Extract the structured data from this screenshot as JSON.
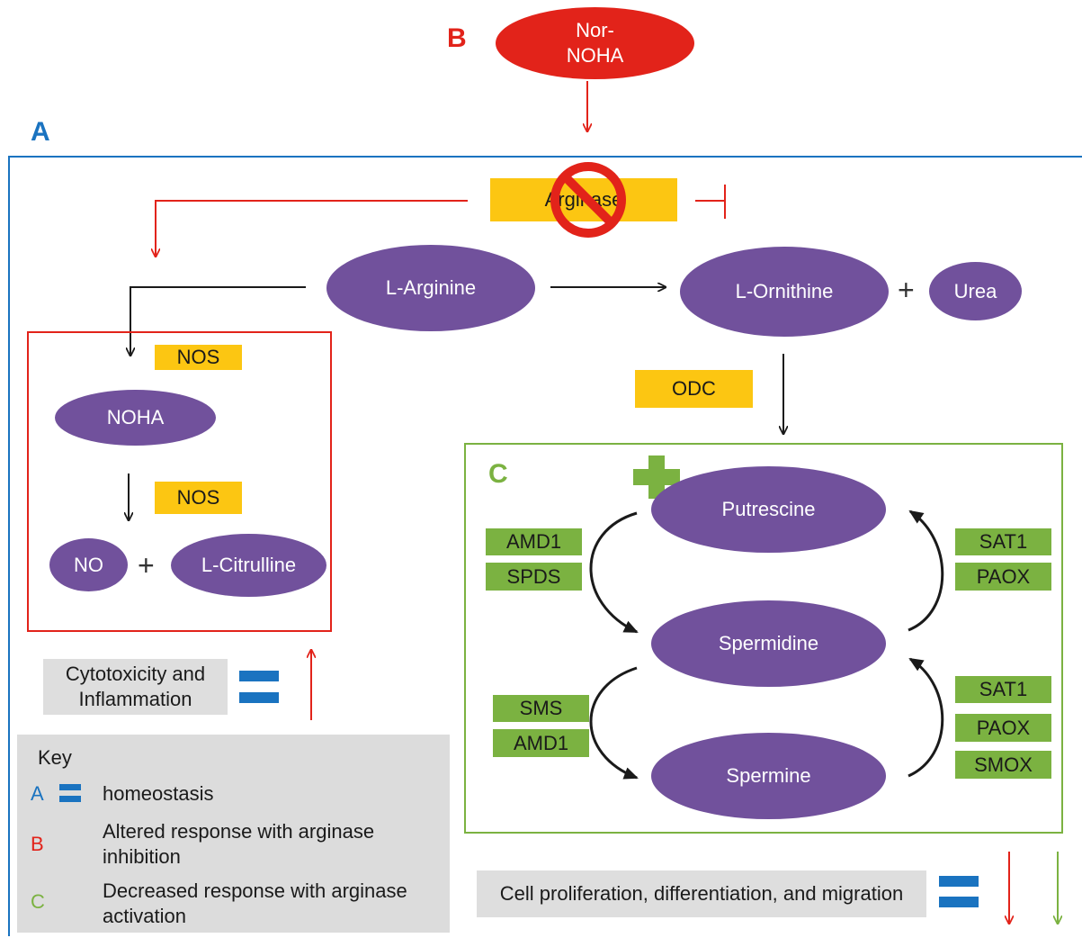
{
  "labels": {
    "a": "A",
    "b": "B",
    "c": "C"
  },
  "nodes": {
    "nor_noha": "Nor-\nNOHA",
    "arginase": "Arginase",
    "l_arginine": "L-Arginine",
    "l_ornithine": "L-Ornithine",
    "urea": "Urea",
    "noha": "NOHA",
    "no": "NO",
    "l_citrulline": "L-Citrulline",
    "putrescine": "Putrescine",
    "spermidine": "Spermidine",
    "spermine": "Spermine"
  },
  "enzymes": {
    "nos_1": "NOS",
    "nos_2": "NOS",
    "odc": "ODC",
    "amd1_top": "AMD1",
    "spds": "SPDS",
    "sat1_top": "SAT1",
    "paox_top": "PAOX",
    "sms": "SMS",
    "amd1_bottom": "AMD1",
    "sat1_bottom": "SAT1",
    "paox_bottom": "PAOX",
    "smox": "SMOX"
  },
  "plus_signs": {
    "ornithine_urea": "+",
    "no_citrulline": "+"
  },
  "outcomes": {
    "cytotoxicity": "Cytotoxicity and\nInflammation",
    "proliferation": "Cell proliferation, differentiation, and migration"
  },
  "key": {
    "title": "Key",
    "items": [
      {
        "letter": "A",
        "text": "homeostasis"
      },
      {
        "letter": "B",
        "text": "Altered response with arginase\ninhibition"
      },
      {
        "letter": "C",
        "text": "Decreased response with arginase\nactivation"
      }
    ]
  },
  "colors": {
    "blue": "#1a73c0",
    "red": "#e2231a",
    "green": "#7bb241",
    "purple": "#71519c",
    "yellow": "#fcc612"
  },
  "icons": {
    "no_symbol": "prohibition-icon",
    "plus": "green-plus-icon",
    "equals": "equals-icon"
  }
}
